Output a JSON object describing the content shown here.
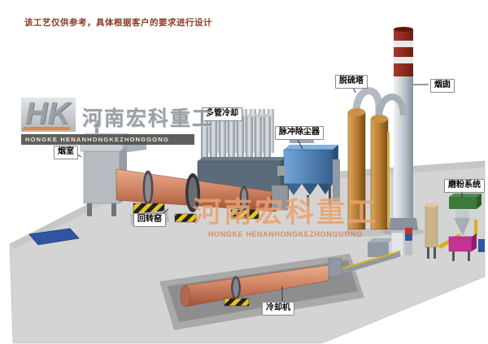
{
  "disclaimer": "该工艺仅供参考，具体根据客户的要求进行设计",
  "logo": {
    "monogram": "HK",
    "company_cn": "河南宏科重工",
    "company_en": "HONGKE HENANHONGKEZHONGGONG"
  },
  "watermark": {
    "text_cn": "河南宏科重工",
    "text_en": "HONGKE HENANHONGKEZHONGGONG"
  },
  "labels": {
    "smoke_chamber": "烟室",
    "rotary_kiln": "回转窑",
    "multi_tube_cooler": "多管冷却",
    "pulse_dust_collector": "脉冲除尘器",
    "desulfurization_tower": "脱硫塔",
    "chimney": "烟囱",
    "grinding_system": "磨粉系统",
    "cooling_machine": "冷却机"
  },
  "colors": {
    "kiln_body": "#cf8261",
    "dust_collector_blue": "#4a7fb5",
    "tower_orange": "#b5792f",
    "chimney_red": "#8f2b20",
    "watermark_orange": "#dc6e1e",
    "hazard_yellow": "#e6c227",
    "ground_gray": "#d4d4d4",
    "disclaimer_text": "#8b3a25"
  }
}
